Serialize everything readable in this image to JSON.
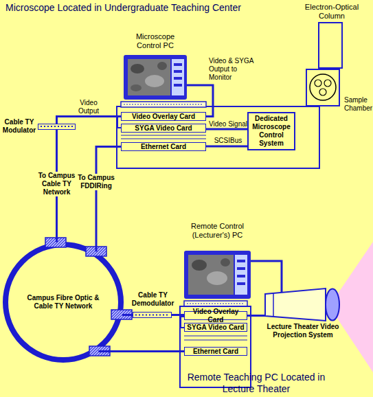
{
  "diagram": {
    "title": "Microscope Located in Undergraduate Teaching Center",
    "nodes": [
      {
        "text": [
          "Electron-Optical Column"
        ]
      },
      {
        "text": [
          "Microscope Control PC"
        ]
      },
      {
        "text": [
          "Sample Chamber"
        ]
      },
      {
        "text": [
          "Video Overlay Card"
        ]
      },
      {
        "text": [
          "SYGA Video Card"
        ]
      },
      {
        "text": [
          "Ethernet Card"
        ]
      },
      {
        "text": [
          "Dedicated Microscope Control System"
        ]
      },
      {
        "text": [
          "Cable TY Modulator"
        ]
      },
      {
        "text": [
          "Campus Fibre Optic & Cable TY Network"
        ]
      },
      {
        "text": [
          "Remote Control (Lecturer's) PC"
        ]
      },
      {
        "text": [
          "Cable TY Demodulator"
        ]
      },
      {
        "text": [
          "Video Overlay Card"
        ]
      },
      {
        "text": [
          "SYGA Video Card"
        ]
      },
      {
        "text": [
          "Ethernet Card"
        ]
      },
      {
        "text": [
          "Lecture Theater Video Projection System"
        ]
      }
    ],
    "edges": [
      {
        "from": 3,
        "to": 1,
        "label": "Video & SYGA Output to Monitor",
        "arrow": "none"
      },
      {
        "from": 3,
        "to": 7,
        "label": "Video Output",
        "arrow": "none"
      },
      {
        "from": 6,
        "to": 4,
        "label": "Video Signal",
        "arrow": "none"
      },
      {
        "from": 6,
        "to": 5,
        "label": "SCSIBus",
        "arrow": "none"
      },
      {
        "from": 7,
        "to": 8,
        "label": "To Campus Cable TY Network",
        "arrow": "none"
      },
      {
        "from": 5,
        "to": 8,
        "label": "To Campus FDDIRing",
        "arrow": "none"
      },
      {
        "from": 8,
        "to": 10,
        "arrow": "none"
      },
      {
        "from": 10,
        "to": 11,
        "arrow": "none"
      },
      {
        "from": 8,
        "to": 13,
        "arrow": "none"
      },
      {
        "from": 11,
        "to": 14,
        "arrow": "none"
      },
      {
        "from": 9,
        "to": 14,
        "arrow": "none"
      }
    ],
    "labels": [
      "Remote Teaching PC Located in Lecture Theater"
    ]
  }
}
